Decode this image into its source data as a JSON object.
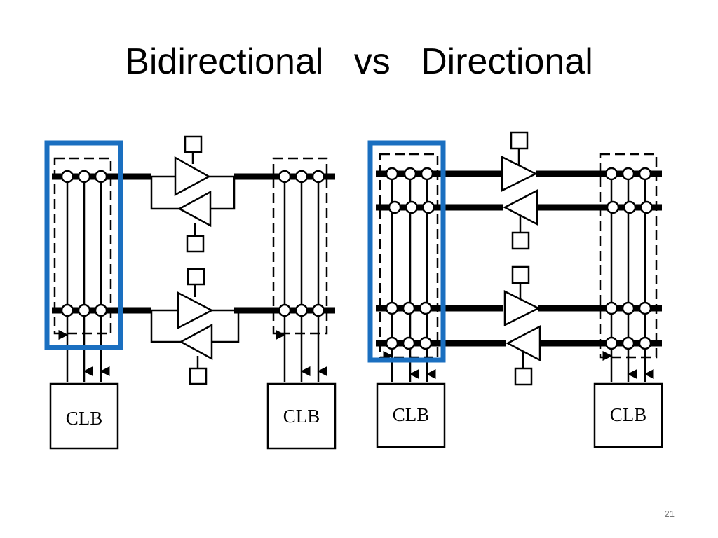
{
  "slide": {
    "title": "Bidirectional   vs   Directional",
    "page_number": "21"
  },
  "diagrams": {
    "bidirectional": {
      "clb_left": "CLB",
      "clb_right": "CLB"
    },
    "directional": {
      "clb_left": "CLB",
      "clb_right": "CLB"
    }
  },
  "colors": {
    "highlight_box": "#1a6fc0",
    "wire": "#000000"
  }
}
